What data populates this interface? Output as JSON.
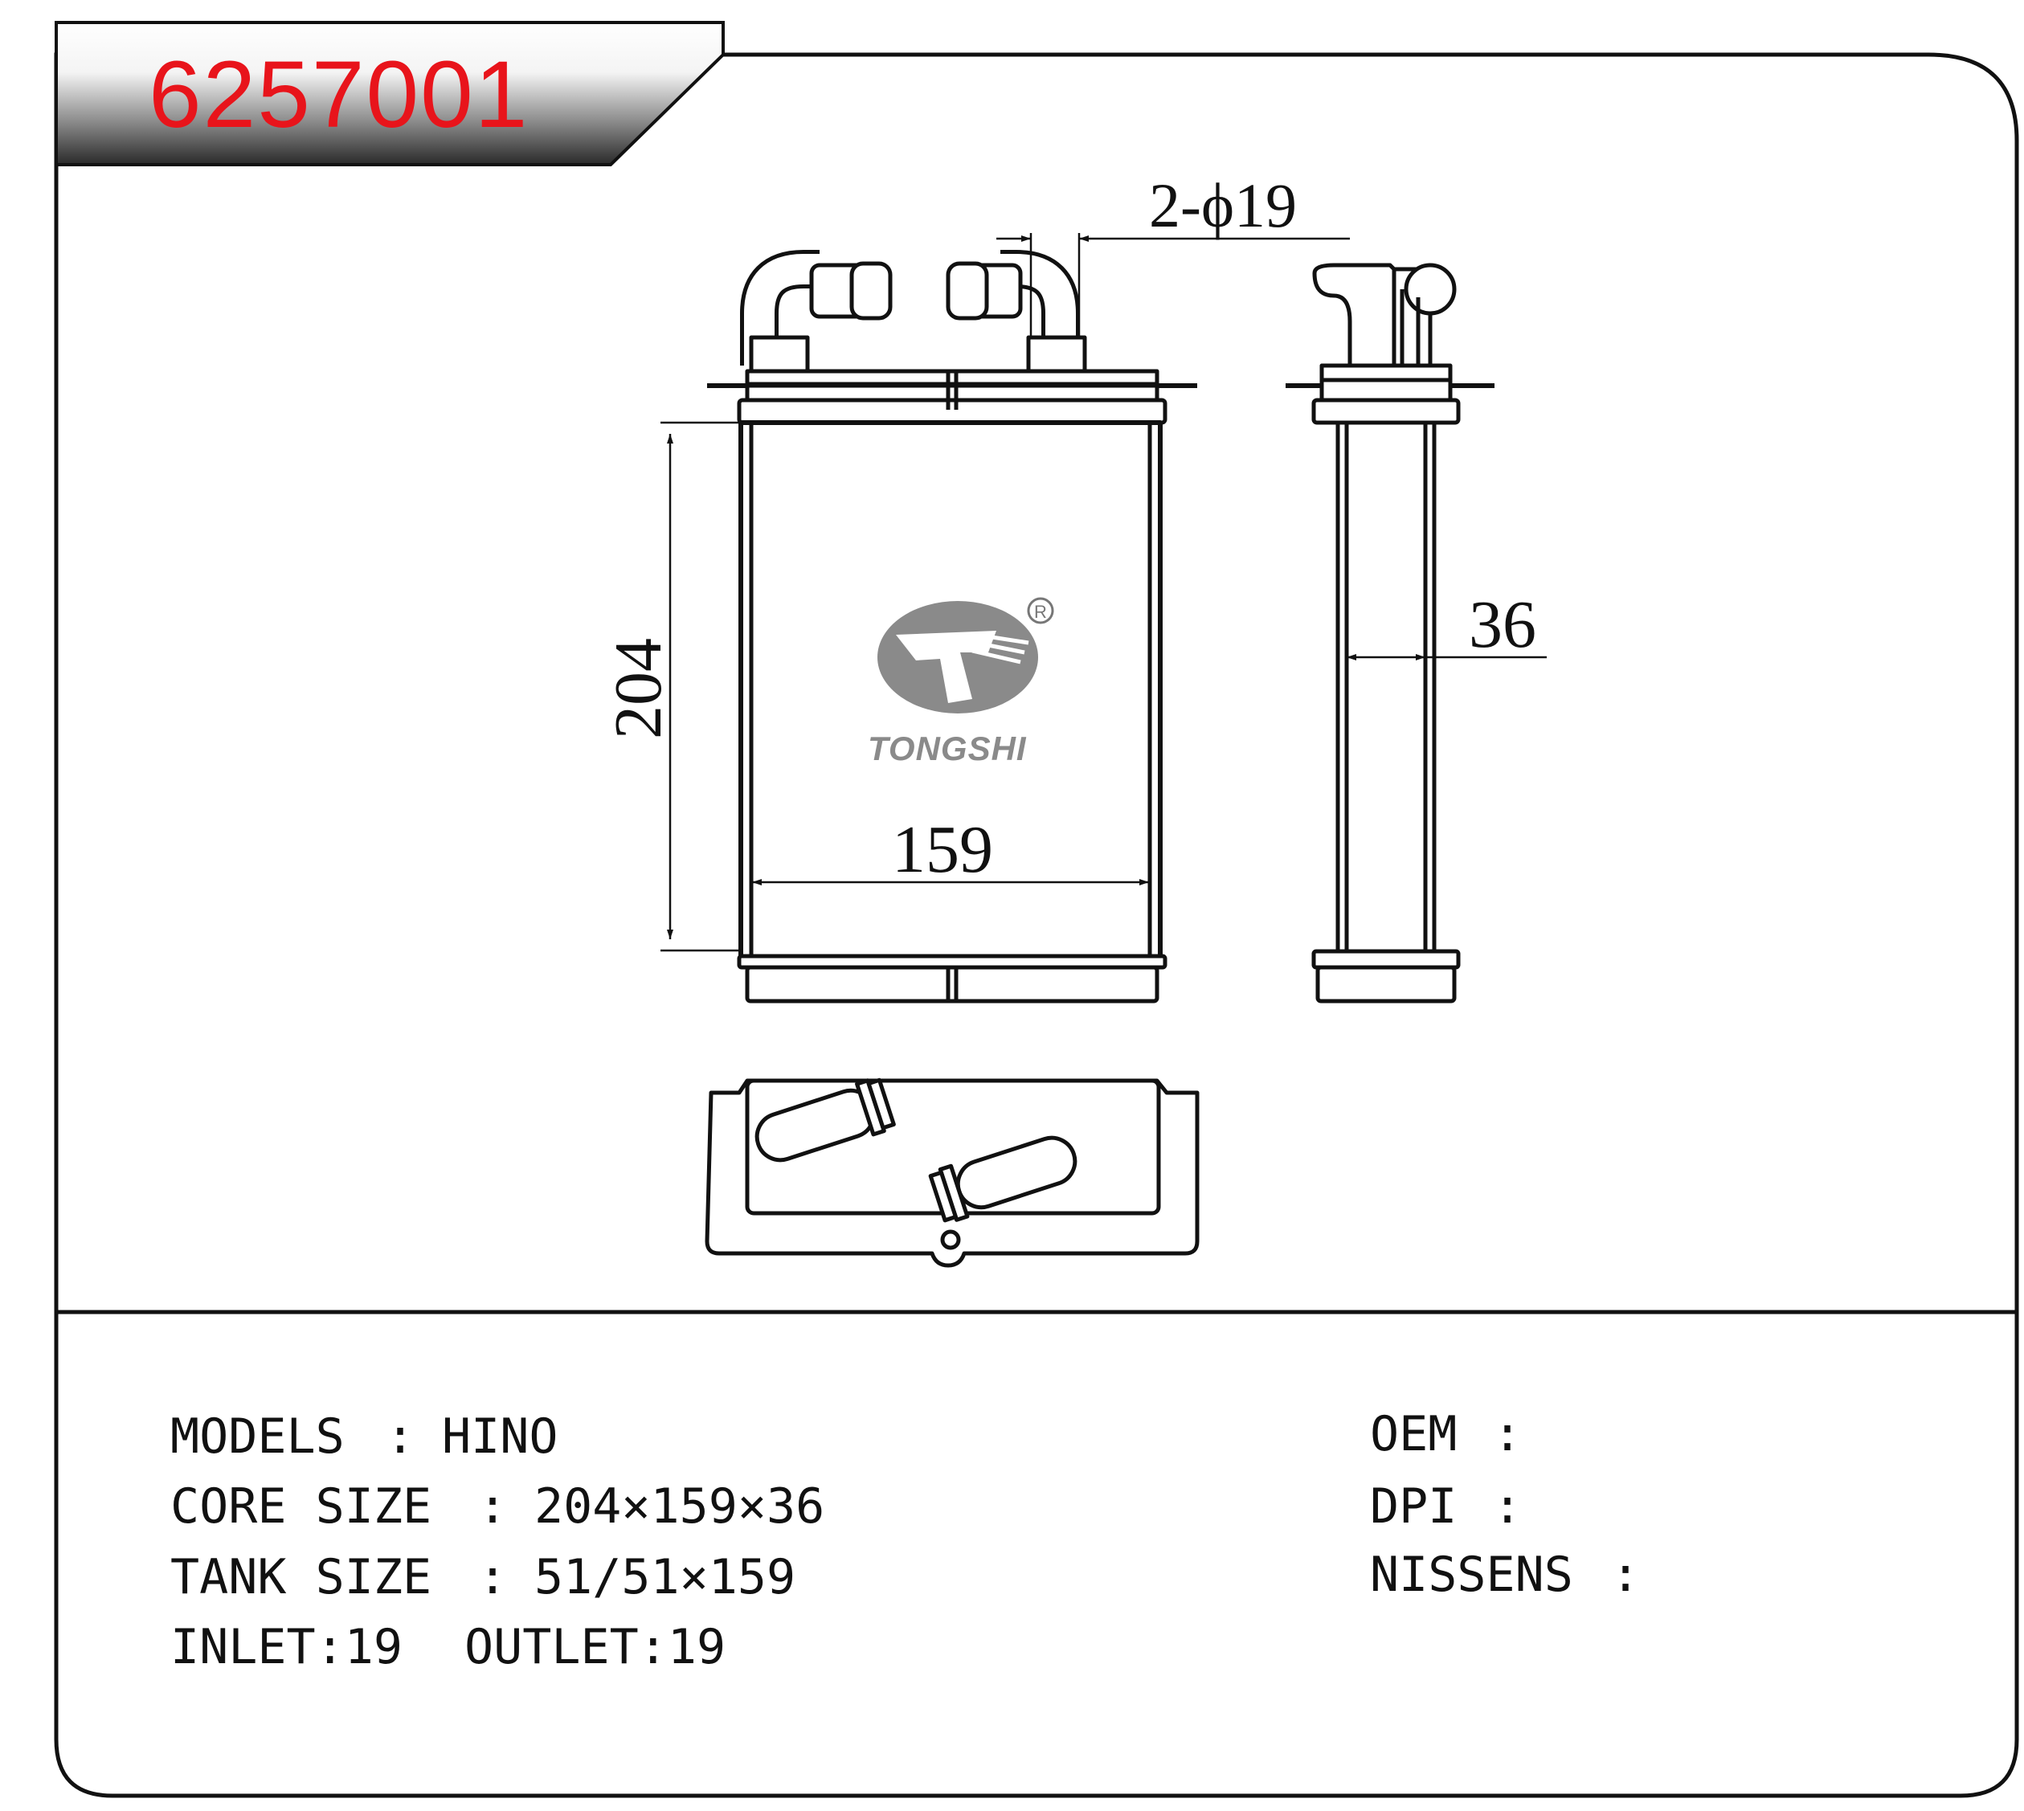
{
  "part_number": "6257001",
  "brand": {
    "name": "TONGSHI",
    "registered_mark": "R"
  },
  "colors": {
    "part_number": "#e8141b",
    "line": "#111111",
    "logo": "#8a8a8a"
  },
  "dimensions": {
    "pipe": "2-ϕ19",
    "height": "204",
    "width": "159",
    "depth": "36"
  },
  "specs_left": [
    {
      "label": "MODELS",
      "sep": ":",
      "value": "HINO"
    },
    {
      "label": "CORE SIZE",
      "sep": ":",
      "value": "204×159×36"
    },
    {
      "label": "TANK SIZE",
      "sep": ":",
      "value": "51/51×159"
    },
    {
      "label": "INLET:19",
      "sep": "",
      "value": "OUTLET:19"
    }
  ],
  "specs_right": [
    {
      "label": "OEM",
      "sep": ":",
      "value": ""
    },
    {
      "label": "DPI",
      "sep": ":",
      "value": ""
    },
    {
      "label": "NISSENS",
      "sep": ":",
      "value": ""
    }
  ]
}
